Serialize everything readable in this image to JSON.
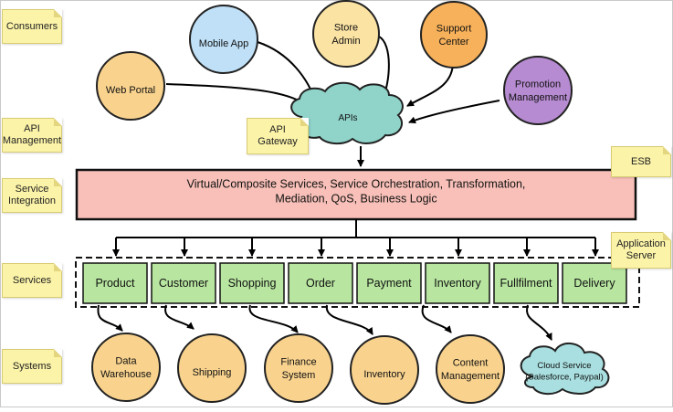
{
  "lanes": {
    "consumers": "Consumers",
    "api_management": "API\nManagement",
    "service_integration": "Service\nIntegration",
    "services": "Services",
    "systems": "Systems"
  },
  "consumers": [
    "Web Portal",
    "Mobile App",
    "Store\nAdmin",
    "Support\nCenter",
    "Promotion\nManagement"
  ],
  "apis_label": "APIs",
  "api_gateway_note": "API\nGateway",
  "esb_note": "ESB",
  "esb_text": "Virtual/Composite Services, Service Orchestration, Transformation,\nMediation, QoS, Business Logic",
  "app_server_note": "Application\nServer",
  "services": [
    "Product",
    "Customer",
    "Shopping",
    "Order",
    "Payment",
    "Inventory",
    "Fullfilment",
    "Delivery"
  ],
  "systems": [
    "Data\nWarehouse",
    "Shipping",
    "Finance\nSystem",
    "Inventory",
    "Content\nManagement"
  ],
  "cloud_service": "Cloud Service\n(Salesforce, Paypal)",
  "colors": {
    "note_fill": "#fbf3a8",
    "esb_fill": "#f8c0b8",
    "service_fill": "#b8e6a0",
    "system_fill": "#f9d38e",
    "cloud_fill": "#a9dfe0",
    "apis_fill": "#8fd3c9",
    "web_portal": "#f9d38e",
    "mobile_app": "#bfe0f7",
    "store_admin": "#fbe3a4",
    "support_center": "#f7b15a",
    "promotion": "#b68bd1"
  }
}
